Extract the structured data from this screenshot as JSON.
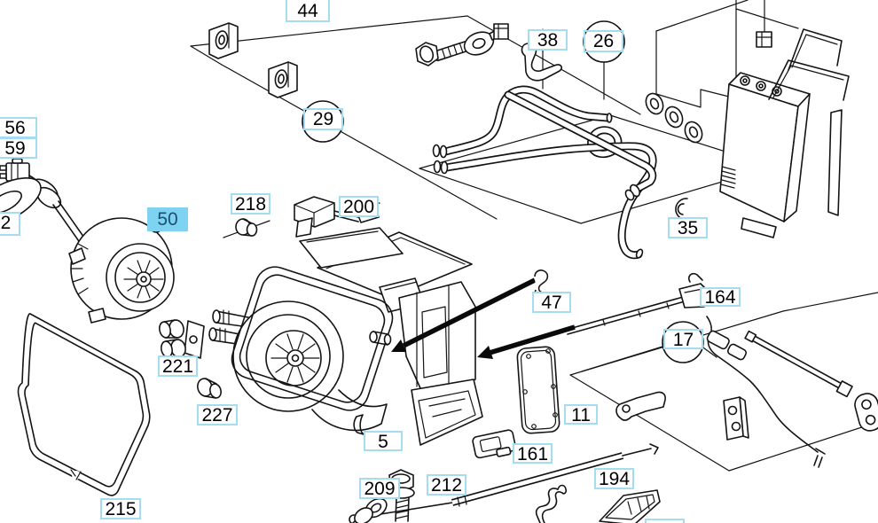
{
  "diagram": {
    "description": "Exploded parts diagram - heater / air-conditioning unit with blower motor, heater box, heater core, hoses, cables and fasteners",
    "selected_part": "50",
    "colors": {
      "background": "#ffffff",
      "line_art": "#141414",
      "label_border": "#a6dcf2",
      "label_bg": "#ffffff",
      "label_text": "#000000",
      "selected_label_bg": "#7ed2f2",
      "selected_label_text": "#1d4f73"
    },
    "circled_callouts": [
      "26",
      "29",
      "17"
    ],
    "labels": {
      "p2": "2",
      "p5": "5",
      "p11": "11",
      "p17": "17",
      "p26": "26",
      "p29": "29",
      "p35": "35",
      "p38": "38",
      "p44": "44",
      "p47": "47",
      "p50": "50",
      "p56": "56",
      "p59": "59",
      "p161": "161",
      "p164": "164",
      "p194": "194",
      "p200": "200",
      "p209": "209",
      "p212": "212",
      "p215": "215",
      "p218": "218",
      "p221": "221",
      "p227": "227"
    }
  }
}
